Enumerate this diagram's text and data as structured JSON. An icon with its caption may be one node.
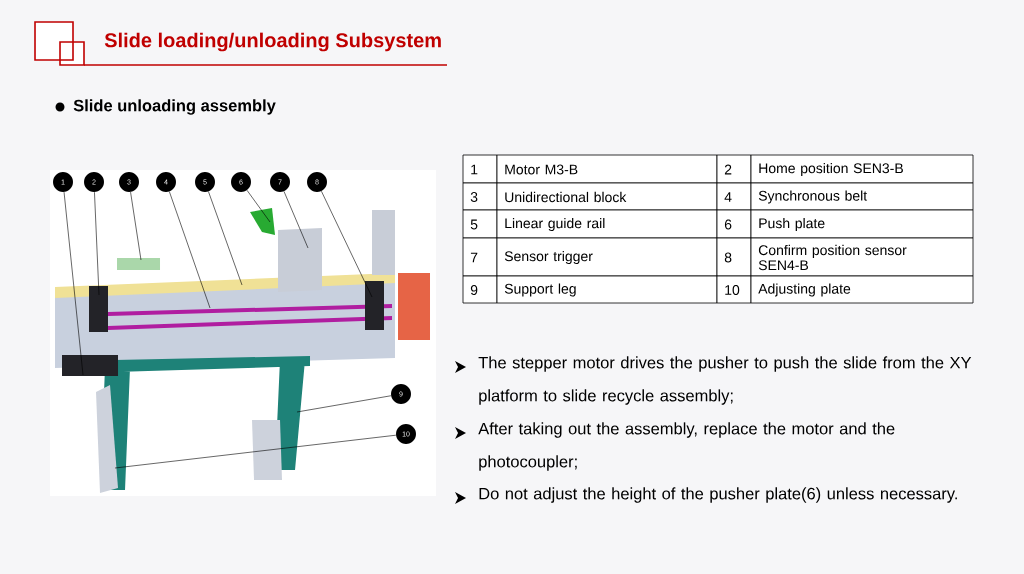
{
  "diagram": {
    "title": "Slide loading/unloading Subsystem",
    "nodes": [
      {
        "text": [
          "1"
        ]
      },
      {
        "text": [
          "2"
        ]
      },
      {
        "text": [
          "3"
        ]
      },
      {
        "text": [
          "4"
        ]
      },
      {
        "text": [
          "5"
        ]
      },
      {
        "text": [
          "6"
        ]
      },
      {
        "text": [
          "7"
        ]
      },
      {
        "text": [
          "8"
        ]
      },
      {
        "text": [
          "9"
        ]
      },
      {
        "text": [
          "10"
        ]
      }
    ],
    "edges": [
      {
        "from": 0,
        "to": null,
        "arrow": "none"
      },
      {
        "from": 1,
        "to": null,
        "arrow": "none"
      },
      {
        "from": 2,
        "to": null,
        "arrow": "none"
      },
      {
        "from": 3,
        "to": null,
        "arrow": "none"
      },
      {
        "from": 4,
        "to": null,
        "arrow": "none"
      },
      {
        "from": 5,
        "to": null,
        "arrow": "none"
      },
      {
        "from": 6,
        "to": null,
        "arrow": "none"
      },
      {
        "from": 7,
        "to": null,
        "arrow": "none"
      },
      {
        "from": 8,
        "to": null,
        "arrow": "none"
      },
      {
        "from": 9,
        "to": null,
        "arrow": "none"
      }
    ],
    "labels": [
      "Slide unloading assembly",
      "1",
      "Motor M3-B",
      "2",
      "Home position SEN3-B",
      "3",
      "Unidirectional block",
      "4",
      "Synchronous belt",
      "5",
      "Linear guide rail",
      "6",
      "Push plate",
      "7",
      "Sensor trigger",
      "8",
      "Confirm position sensor SEN4-B",
      "9",
      "Support leg",
      "10",
      "Adjusting plate",
      "The stepper motor drives the pusher to push the slide from the XY platform to slide recycle assembly;",
      "After taking out the assembly, replace the motor and the photocoupler;",
      "Do not adjust the height of the pusher plate(6) unless necessary."
    ]
  }
}
